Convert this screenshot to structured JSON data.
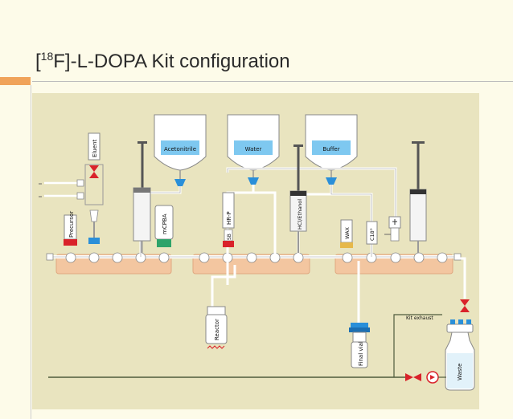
{
  "slide": {
    "title_sup": "18",
    "title_prefix": "[",
    "title_rest": "F]-L-DOPA Kit configuration"
  },
  "diagram": {
    "bags": {
      "acetonitrile": "Acetonitrile",
      "water": "Water",
      "buffer": "Buffer"
    },
    "vials": {
      "eluent": "Eluent",
      "precursor": "Precursor",
      "mcpba": "mCPBA",
      "hr_p": "HR-P",
      "sb": "SB",
      "hcl_ethanol": "HCl/Ethanol",
      "wax": "WAX",
      "c18": "C18°",
      "reactor": "Reactor",
      "final_vial": "Final vial",
      "waste": "Waste"
    },
    "kit_exhaust": "Kit exhaust"
  },
  "colors": {
    "background": "#fdfbe9",
    "panel": "#e9e4bf",
    "accent": "#f0a35a",
    "tubing": "#ffffff",
    "valve_red": "#d9222a",
    "connector_blue": "#2a8fd9",
    "cassette": "#f3c6a0"
  }
}
